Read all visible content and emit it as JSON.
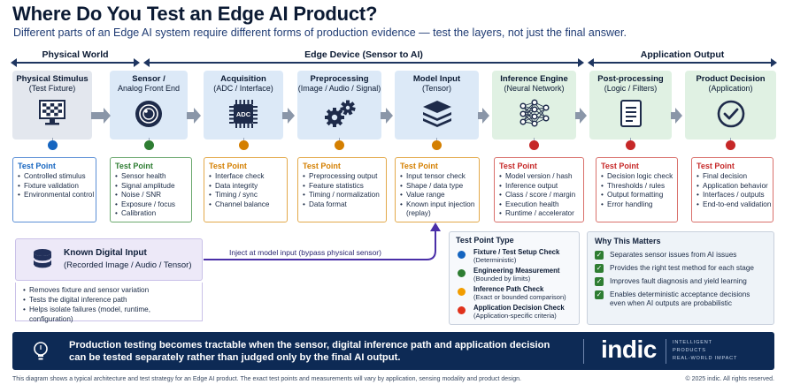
{
  "title": "Where Do You Test an Edge AI Product?",
  "subtitle": "Different parts of an Edge AI system require different forms of production evidence — test the layers, not just the final answer.",
  "sections": {
    "physical": "Physical World",
    "edge": "Edge Device (Sensor to AI)",
    "application": "Application Output"
  },
  "stages": [
    {
      "title": "Physical Stimulus",
      "subtitle": "(Test Fixture)",
      "icon": "monitor-checkerboard-icon",
      "bg": "#e3e7ee"
    },
    {
      "title": "Sensor /",
      "subtitle": "Analog Front End",
      "icon": "camera-lens-icon",
      "bg": "#dce9f7"
    },
    {
      "title": "Acquisition",
      "subtitle": "(ADC / Interface)",
      "icon": "adc-chip-icon",
      "chip_label": "ADC",
      "bg": "#dce9f7"
    },
    {
      "title": "Preprocessing",
      "subtitle": "(Image / Audio / Signal)",
      "icon": "gears-icon",
      "bg": "#dce9f7"
    },
    {
      "title": "Model Input",
      "subtitle": "(Tensor)",
      "icon": "layers-stack-icon",
      "bg": "#dce9f7"
    },
    {
      "title": "Inference Engine",
      "subtitle": "(Neural Network)",
      "icon": "neural-network-icon",
      "bg": "#e0f1e3"
    },
    {
      "title": "Post-processing",
      "subtitle": "(Logic / Filters)",
      "icon": "document-list-icon",
      "bg": "#e0f1e3"
    },
    {
      "title": "Product Decision",
      "subtitle": "(Application)",
      "icon": "check-circle-icon",
      "bg": "#e0f1e3"
    }
  ],
  "test_points": [
    {
      "heading": "Test Point",
      "color": "#1565c0",
      "border": "#5b8fd6",
      "items": [
        "Controlled stimulus",
        "Fixture validation",
        "Environmental control"
      ]
    },
    {
      "heading": "Test Point",
      "color": "#2e7d32",
      "border": "#6aa86d",
      "items": [
        "Sensor health",
        "Signal amplitude",
        "Noise / SNR",
        "Exposure / focus",
        "Calibration"
      ]
    },
    {
      "heading": "Test Point",
      "color": "#d47f00",
      "border": "#e3a94a",
      "items": [
        "Interface check",
        "Data integrity",
        "Timing / sync",
        "Channel balance"
      ]
    },
    {
      "heading": "Test Point",
      "color": "#d47f00",
      "border": "#e3a94a",
      "items": [
        "Preprocessing output",
        "Feature statistics",
        "Timing / normalization",
        "Data format"
      ]
    },
    {
      "heading": "Test Point",
      "color": "#d47f00",
      "border": "#e3a94a",
      "items": [
        "Input tensor check",
        "Shape / data type",
        "Value range",
        "Known input injection",
        "(replay)"
      ]
    },
    {
      "heading": "Test Point",
      "color": "#c62828",
      "border": "#d9706b",
      "items": [
        "Model version / hash",
        "Inference output",
        "Class / score / margin",
        "Execution health",
        "Runtime / accelerator"
      ]
    },
    {
      "heading": "Test Point",
      "color": "#c62828",
      "border": "#d9706b",
      "items": [
        "Decision logic check",
        "Thresholds / rules",
        "Output formatting",
        "Error handling"
      ]
    },
    {
      "heading": "Test Point",
      "color": "#c62828",
      "border": "#d9706b",
      "items": [
        "Final decision",
        "Application behavior",
        "Interfaces / outputs",
        "End-to-end validation"
      ]
    }
  ],
  "known_input": {
    "title": "Known Digital Input",
    "subtitle": "(Recorded Image / Audio / Tensor)",
    "icon": "database-icon",
    "inject_label": "Inject at model input (bypass physical sensor)",
    "bullets": [
      "Removes fixture and sensor variation",
      "Tests the digital inference path",
      "Helps isolate failures (model, runtime, configuration)"
    ]
  },
  "legend": {
    "heading": "Test Point Type",
    "items": [
      {
        "label": "Fixture / Test Setup Check",
        "note": "(Deterministic)",
        "color": "#1565c0"
      },
      {
        "label": "Engineering Measurement",
        "note": "(Bounded by limits)",
        "color": "#2e7d32"
      },
      {
        "label": "Inference Path Check",
        "note": "(Exact or bounded comparison)",
        "color": "#f29d00"
      },
      {
        "label": "Application Decision Check",
        "note": "(Application-specific criteria)",
        "color": "#e0321c"
      }
    ]
  },
  "why": {
    "heading": "Why This Matters",
    "items": [
      "Separates sensor issues from AI issues",
      "Provides the right test method for each stage",
      "Improves fault diagnosis and yield learning",
      "Enables deterministic acceptance decisions even when AI outputs are probabilistic"
    ]
  },
  "banner": {
    "icon": "lightbulb-icon",
    "text": "Production testing becomes tractable when the sensor, digital inference path and application decision can be tested separately rather than judged only by the final AI output.",
    "brand": "indic",
    "tagline": [
      "INTELLIGENT",
      "PRODUCTS",
      "REAL-WORLD IMPACT"
    ]
  },
  "footnote": "This diagram shows a typical architecture and test strategy for an Edge AI product. The exact test points and measurements will vary by application, sensing modality and product design.",
  "copyright": "© 2025 indic. All rights reserved."
}
